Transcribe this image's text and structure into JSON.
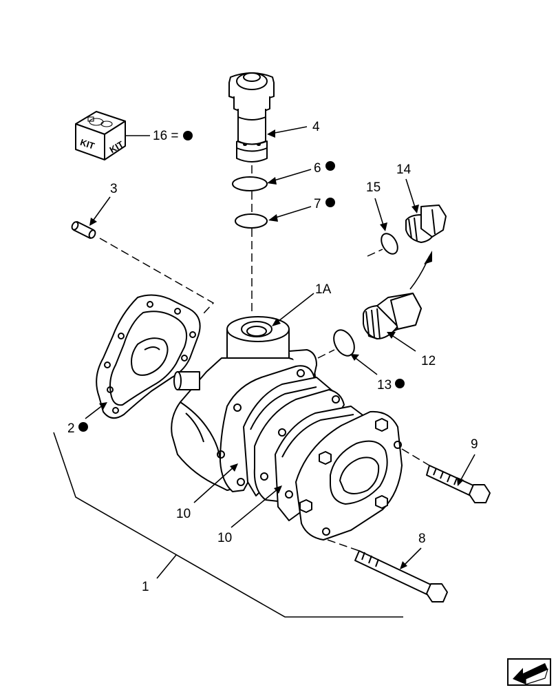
{
  "callouts": {
    "p1": "1",
    "p1a": "1A",
    "p2": "2",
    "p3": "3",
    "p4": "4",
    "p6": "6",
    "p7": "7",
    "p8": "8",
    "p9": "9",
    "p10a": "10",
    "p10b": "10",
    "p12": "12",
    "p13": "13",
    "p14": "14",
    "p15": "15",
    "p16": "16 ="
  },
  "kit": {
    "label_a": "KIT",
    "label_b": "KIT"
  },
  "marker_icon": "filled-circle",
  "nav_icon": "next-page-arrow-icon"
}
